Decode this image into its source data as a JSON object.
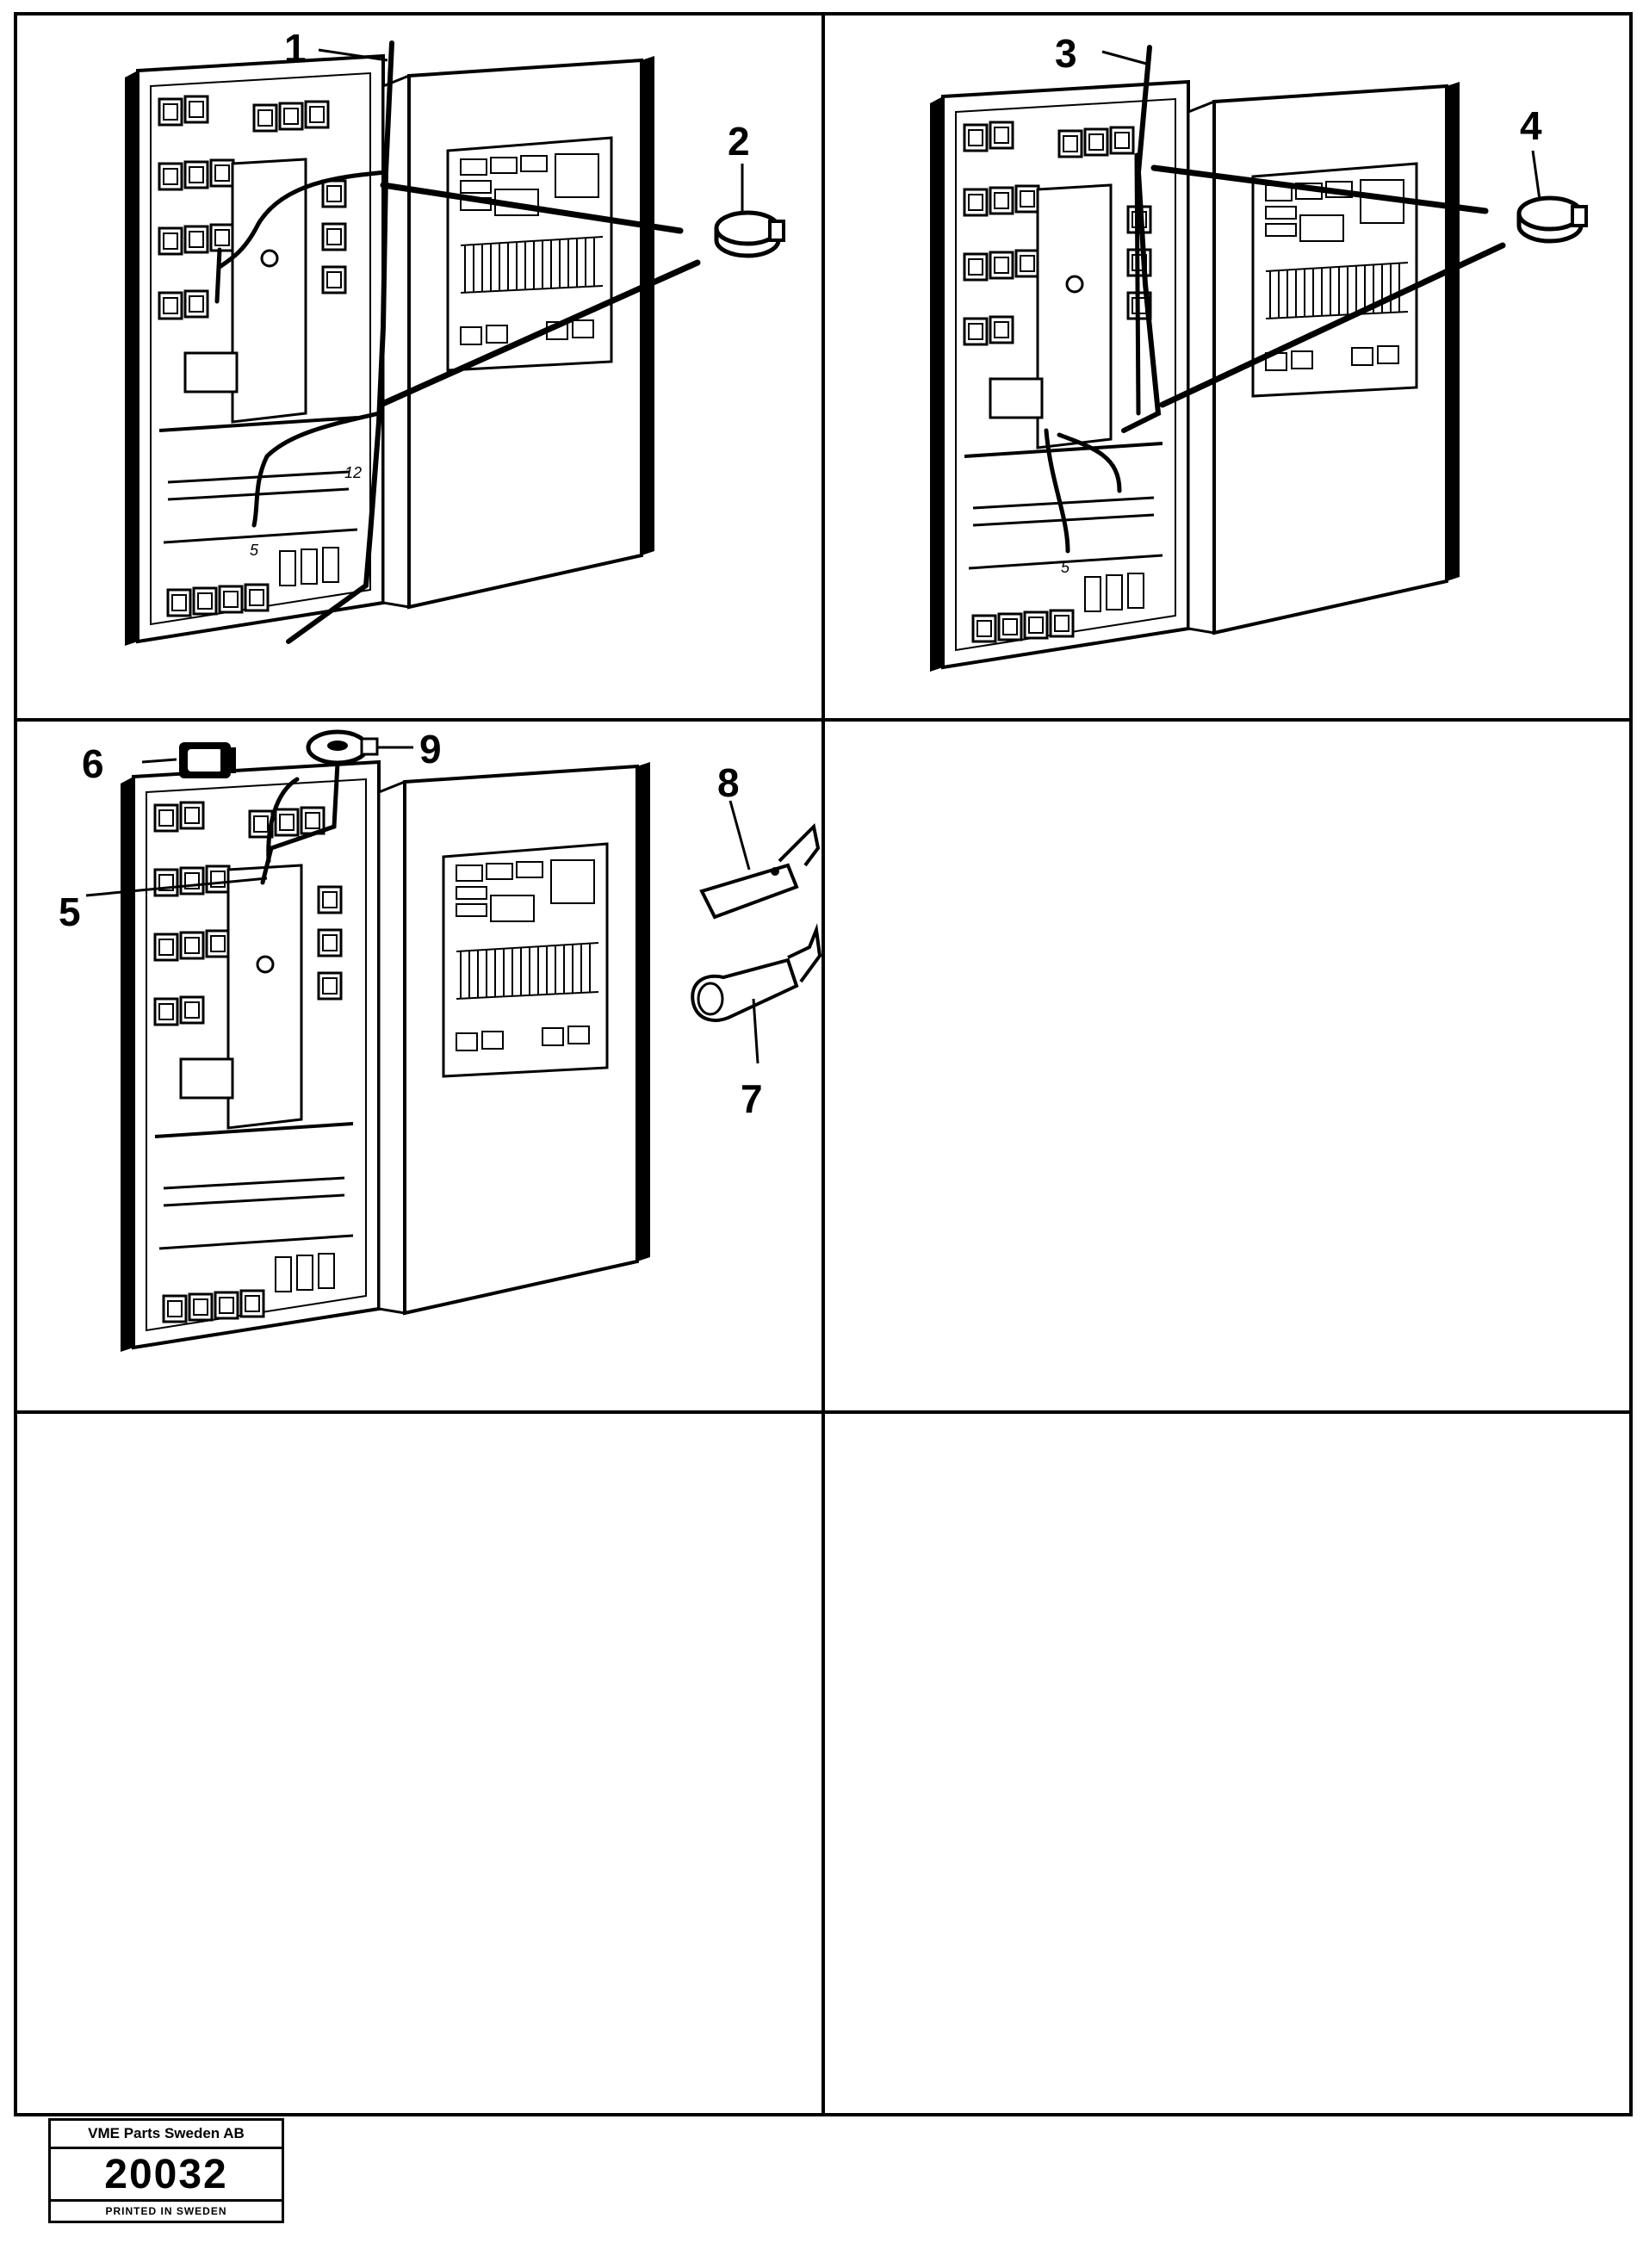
{
  "panels": [
    {
      "callouts": [
        {
          "key": "1",
          "label": "1"
        },
        {
          "key": "2",
          "label": "2"
        }
      ],
      "marks": [
        "12",
        "5"
      ]
    },
    {
      "callouts": [
        {
          "key": "3",
          "label": "3"
        },
        {
          "key": "4",
          "label": "4"
        }
      ],
      "marks": [
        "5"
      ]
    },
    {
      "callouts": [
        {
          "key": "6",
          "label": "6"
        },
        {
          "key": "9",
          "label": "9"
        },
        {
          "key": "8",
          "label": "8"
        },
        {
          "key": "5",
          "label": "5"
        },
        {
          "key": "7",
          "label": "7"
        }
      ],
      "marks": []
    }
  ],
  "stamp": {
    "company": "VME Parts Sweden AB",
    "number": "20032",
    "printed": "PRINTED IN SWEDEN"
  }
}
